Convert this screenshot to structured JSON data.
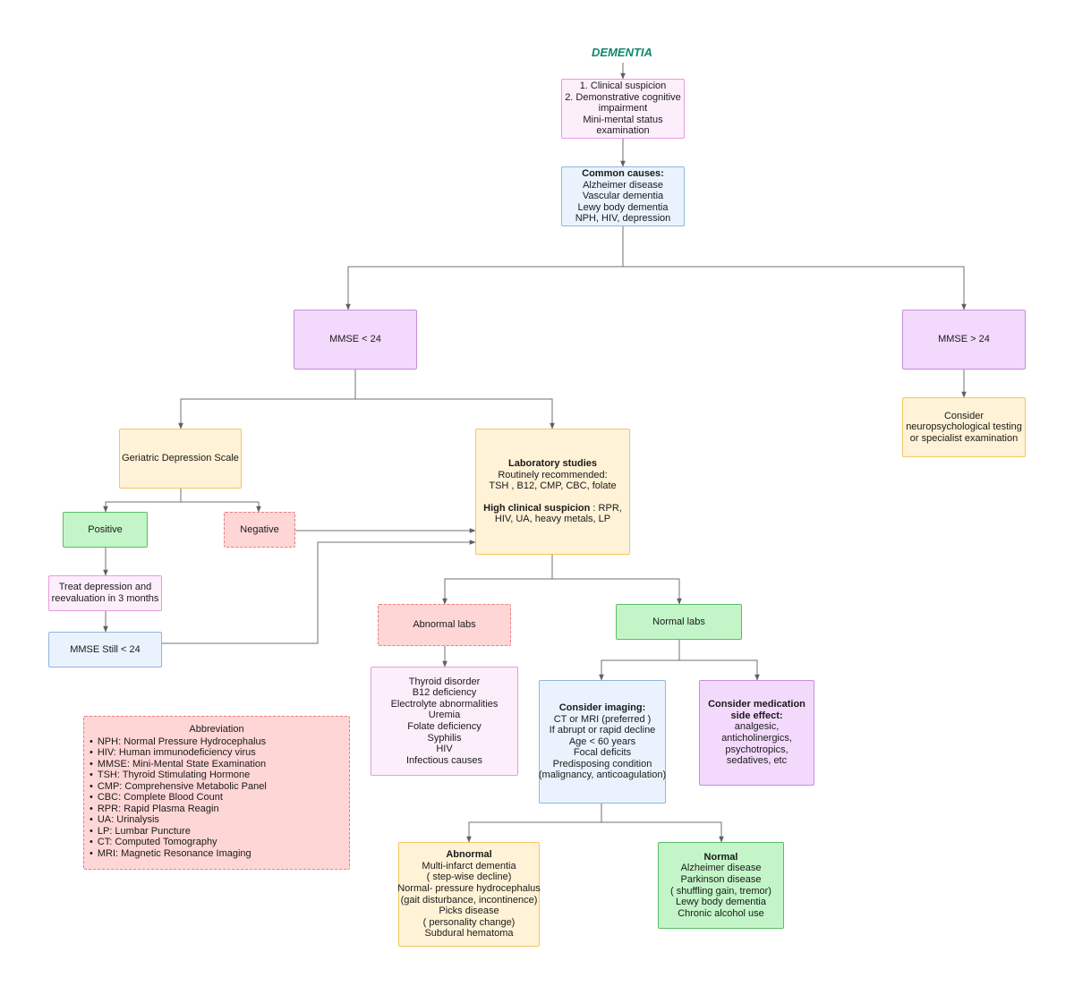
{
  "title": "DEMENTIA",
  "nodes": {
    "initial": [
      "1. Clinical suspicion",
      "2. Demonstrative cognitive",
      "impairment",
      "Mini-mental status",
      "examination"
    ],
    "common_causes": {
      "head": "Common causes:",
      "lines": [
        "Alzheimer disease",
        "Vascular dementia",
        "Lewy body dementia",
        "NPH, HIV, depression"
      ]
    },
    "mmse_low": "MMSE < 24",
    "mmse_high": "MMSE > 24",
    "consider_neuro": [
      "Consider",
      "neuropsychological testing",
      "or specialist examination"
    ],
    "gds": "Geriatric Depression Scale",
    "positive": "Positive",
    "negative": "Negative",
    "treat": [
      "Treat depression and",
      "reevaluation in 3 months"
    ],
    "mmse_still": "MMSE Still < 24",
    "labs": {
      "head": "Laboratory studies",
      "routine": [
        "Routinely recommended:",
        "TSH , B12, CMP, CBC, folate"
      ],
      "high_label": "High clinical  suspicion",
      "high_rest": " : RPR,",
      "high_line2": "HIV, UA, heavy metals, LP"
    },
    "abnormal_labs": "Abnormal labs",
    "normal_labs": "Normal labs",
    "abnormal_list": [
      "Thyroid  disorder",
      "B12 deficiency",
      "Electrolyte abnormalities",
      "Uremia",
      "Folate deficiency",
      "Syphilis",
      "HIV",
      "Infectious causes"
    ],
    "imaging": {
      "head": "Consider imaging:",
      "lines": [
        "CT or MRI (preferred )",
        "If abrupt or rapid decline",
        "Age < 60 years",
        "Focal deficits",
        "Predisposing condition",
        "(malignancy, anticoagulation)"
      ]
    },
    "medication": {
      "head": [
        "Consider medication",
        "side effect:"
      ],
      "lines": [
        "analgesic,",
        "anticholinergics,",
        "psychotropics,",
        "sedatives, etc"
      ]
    },
    "abnormal_result": {
      "head": "Abnormal",
      "lines": [
        "Multi-infarct dementia",
        "( step-wise decline)",
        "Normal- pressure hydrocephalus",
        "(gait disturbance, incontinence)",
        "Picks disease",
        "( personality change)",
        "Subdural hematoma"
      ]
    },
    "normal_result": {
      "head": "Normal",
      "lines": [
        "Alzheimer disease",
        "Parkinson disease",
        "( shuffling gain, tremor)",
        "Lewy body dementia",
        "Chronic alcohol use"
      ]
    }
  },
  "abbreviation": {
    "title": "Abbreviation",
    "items": [
      "NPH: Normal Pressure Hydrocephalus",
      "HIV: Human immunodeficiency virus",
      "MMSE: Mini-Mental State Examination",
      "TSH: Thyroid Stimulating Hormone",
      "CMP: Comprehensive Metabolic Panel",
      "CBC: Complete Blood Count",
      "RPR: Rapid Plasma Reagin",
      "UA: Urinalysis",
      "LP: Lumbar Puncture",
      "CT: Computed Tomography",
      "MRI: Magnetic Resonance Imaging"
    ]
  },
  "colors": {
    "title": "#12876a",
    "connector": "#606060",
    "pink_fill": "#fdeefb",
    "blue_fill": "#eaf3fd",
    "violet_fill": "#f3d9fc",
    "yellow_fill": "#fff2d6",
    "green_fill": "#c3f5c8",
    "red_fill": "#fed6d6"
  }
}
